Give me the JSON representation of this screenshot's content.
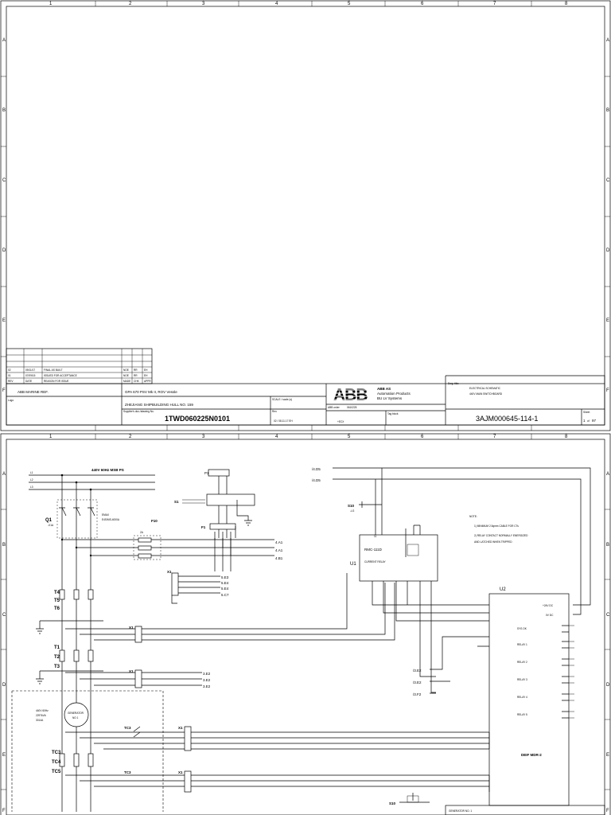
{
  "grid": {
    "columns": [
      "1",
      "2",
      "3",
      "4",
      "5",
      "6",
      "7",
      "8"
    ],
    "rows": [
      "A",
      "B",
      "C",
      "D",
      "E",
      "F"
    ]
  },
  "title_block": {
    "revisions": [
      {
        "rev": "02",
        "date": "09/11/17",
        "desc": "FINAL AS BUILT",
        "sign1": "NOE",
        "sign2": "RR",
        "sign3": "EH"
      },
      {
        "rev": "01",
        "date": "07/09/15",
        "desc": "ISSUED FOR ACCEPTANCE",
        "sign1": "NOE",
        "sign2": "RR",
        "sign3": "EH"
      },
      {
        "rev": "REV",
        "date": "DATE",
        "desc": "REASON FOR ISSUE",
        "sign1": "MADE",
        "sign2": "CHK",
        "sign3": "APPR"
      }
    ],
    "marine_ref_label": "ABB MARINE REF.",
    "logo_label": "Logo",
    "project": "GPA 670 PSV Mk II, ROV Vessle",
    "yard": "ZHEJIANG SHIPBUILDING HULL NO. 159",
    "supplier_doc_label": "Supplier's doc./drawing No.",
    "supplier_doc": "1TWD060225N0101",
    "scale_label": "SCALE / scale (s)",
    "rev_label": "Rev.",
    "rev_value": "02 / 08.11.17 EH",
    "abb_logo": "ABB",
    "company_name": "ABB AS",
    "company_div1": "Automation Products",
    "company_div2": "BU LV Systems",
    "abb_order_label": "ABB order",
    "abb_order": "0610225",
    "tag_label": "Tag block",
    "wsd_label": "+ECX",
    "title_label": "Dwg. title:",
    "title_line1": "ELECTRICAL SCHEMATIC",
    "title_line2": "440V MAIN SWITCHBOARD",
    "sheet_label": "Sheet",
    "drawing_no": "3AJM000645-114-1",
    "sheet_no": "1",
    "sheet_of": "of",
    "sheet_total": "97"
  },
  "schematic": {
    "bus_title": "440V 60Hz MSB PS",
    "bus_lines": [
      "L1",
      "L2",
      "L3"
    ],
    "breaker_q1": "Q1",
    "breaker_q1_sub": "-X1A",
    "breaker_type": "EMAX",
    "breaker_rating": "E4S/MS-4000A",
    "fuse_f10": "F10",
    "fuse_rating": "2A",
    "pi_label": "P1",
    "s1_label": "S1",
    "f1_label": "F1",
    "x1_label": "X1",
    "refs_a": [
      "4.A1",
      "4.A1",
      "4.B1"
    ],
    "refs_e": [
      "5.E3",
      "5.E4",
      "5.E4",
      "5.C7"
    ],
    "refs_e2": [
      "3.E2",
      "3.E2",
      "3.E2"
    ],
    "ct_group1": [
      "T4",
      "T5",
      "T6"
    ],
    "ct_group2": [
      "T1",
      "T2",
      "T3"
    ],
    "tc_group": [
      "TC3",
      "TC4",
      "TC5"
    ],
    "tc_bottom": "TC3",
    "generator_label": "GENERATOR",
    "generator_no": "NO 1",
    "generator_spec": [
      "440V 60Hz",
      "2297kVA",
      "3014A"
    ],
    "top_refs": [
      "/4.D5",
      "/4.D5"
    ],
    "s10_label": "S10",
    "s10_sub": "-LG",
    "u1_label": "U1",
    "u1_device": "RMC-111D",
    "u1_desc": "CURRENT RELAY",
    "u2_label": "U2",
    "u2_device": "DEIF MDR-2",
    "u2_power": [
      "+24V DC",
      "0V DC"
    ],
    "u2_outputs": [
      "SYS OK",
      "RELAY 1",
      "RELAY 2",
      "RELAY 3",
      "RELAY 4",
      "RELAY 5"
    ],
    "left_refs": [
      "/3.E2",
      "/3.E2",
      "/3.F2"
    ],
    "note_title": "NOTE:",
    "notes": [
      "1)   MINIMUM 2.5qmm CABLE FOR CTs",
      "2)   RELAY CONTACT NORMALLY ENERGIZED",
      "      AND LATCHED WHEN TRIPPED"
    ],
    "bottom_s10": "S10",
    "footer_title": "GENERATOR NO. 1"
  }
}
